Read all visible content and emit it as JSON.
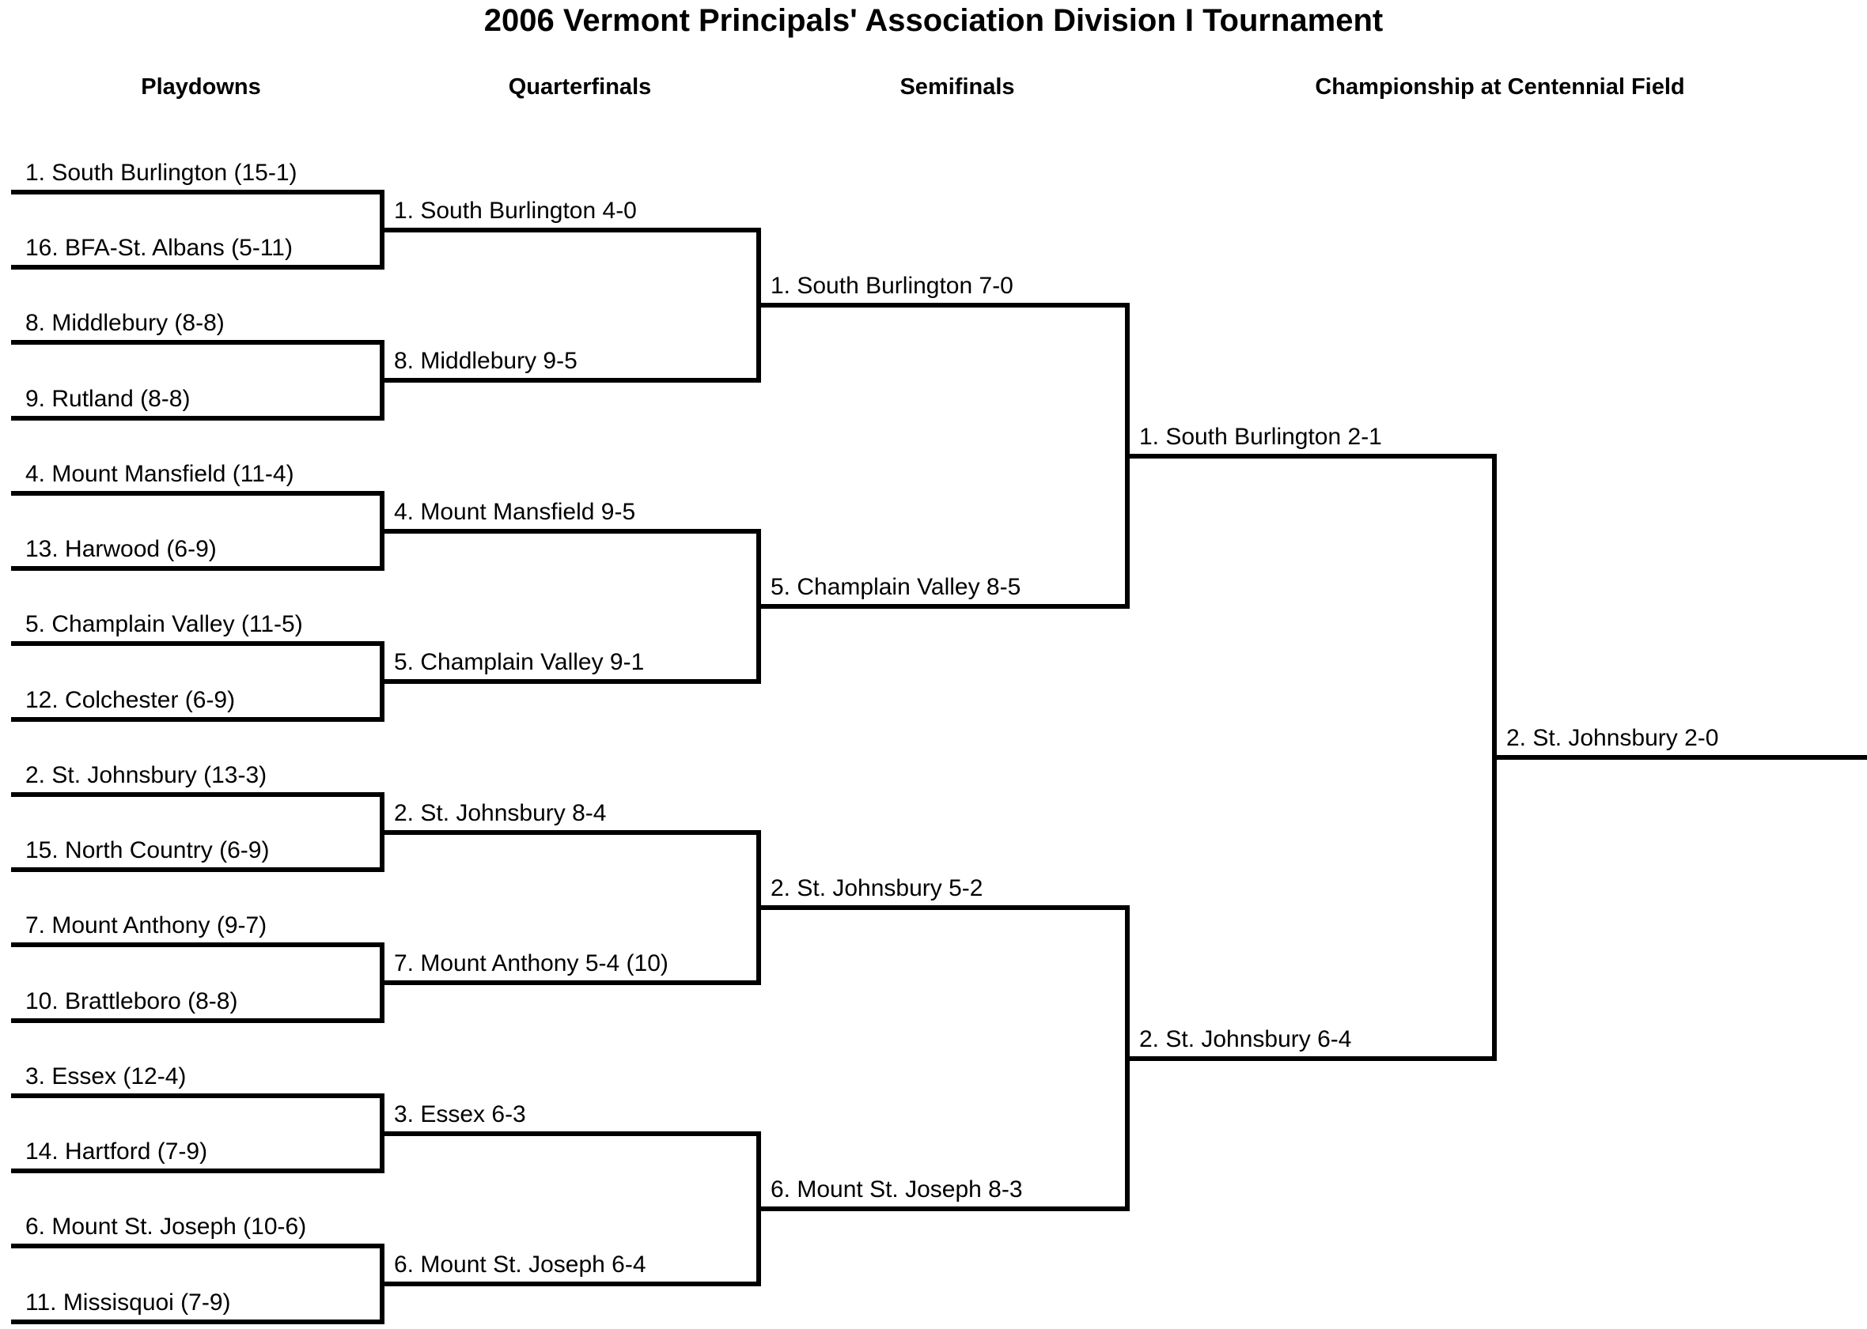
{
  "title": "2006 Vermont Principals' Association Division I Tournament",
  "round_headers": [
    "Playdowns",
    "Quarterfinals",
    "Semifinals",
    "Championship at Centennial Field"
  ],
  "bracket": {
    "playdowns": [
      "1. South Burlington (15-1)",
      "16. BFA-St. Albans (5-11)",
      "8. Middlebury (8-8)",
      "9. Rutland (8-8)",
      "4. Mount Mansfield (11-4)",
      "13. Harwood (6-9)",
      "5. Champlain Valley (11-5)",
      "12. Colchester (6-9)",
      "2. St. Johnsbury (13-3)",
      "15. North Country (6-9)",
      "7. Mount Anthony (9-7)",
      "10. Brattleboro (8-8)",
      "3. Essex (12-4)",
      "14. Hartford (7-9)",
      "6. Mount St. Joseph (10-6)",
      "11. Missisquoi (7-9)"
    ],
    "quarterfinals": [
      "1. South Burlington 4-0",
      "8. Middlebury 9-5",
      "4. Mount Mansfield 9-5",
      "5. Champlain Valley 9-1",
      "2. St. Johnsbury 8-4",
      "7. Mount Anthony 5-4 (10)",
      "3. Essex 6-3",
      "6. Mount St. Joseph 6-4"
    ],
    "semifinals": [
      "1. South Burlington 7-0",
      "5. Champlain Valley 8-5",
      "2. St. Johnsbury 5-2",
      "6. Mount St. Joseph 8-3"
    ],
    "championship": [
      "1. South Burlington 2-1",
      "2. St. Johnsbury 6-4"
    ],
    "champion": "2. St. Johnsbury 2-0"
  }
}
